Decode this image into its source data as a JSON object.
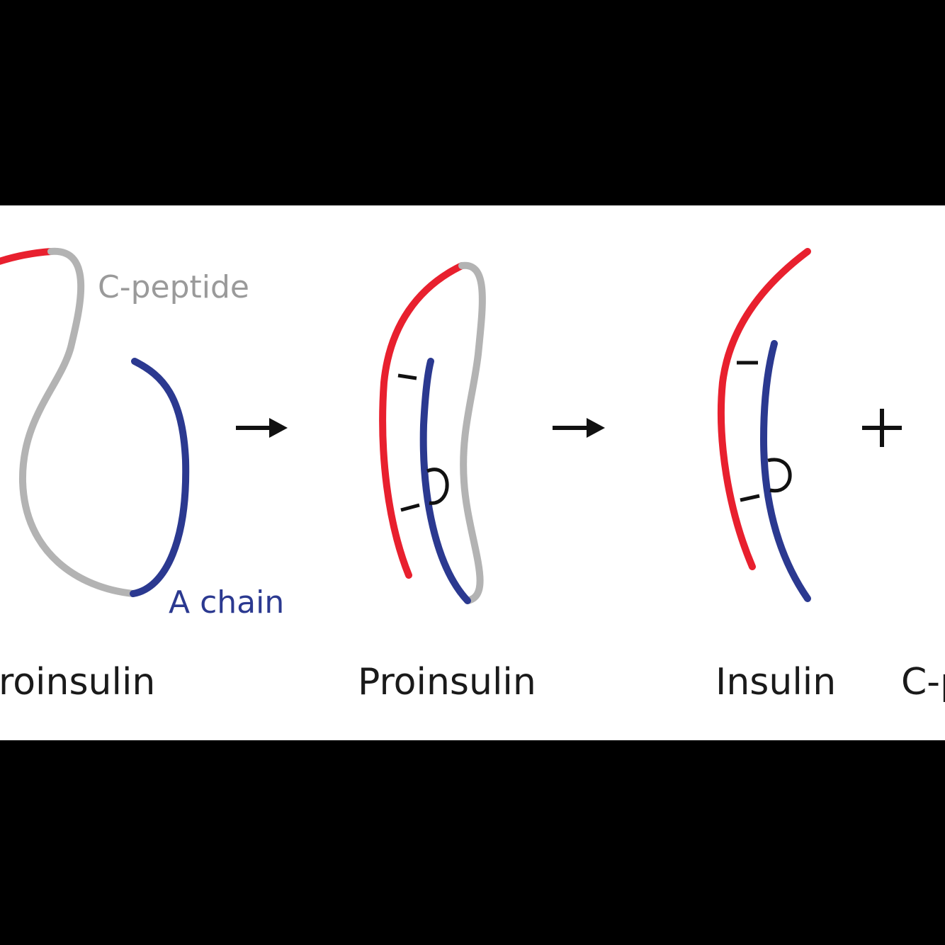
{
  "labels": {
    "c_peptide": "C-peptide",
    "a_chain": "A chain",
    "stage1_caption": "roinsulin",
    "stage2_caption": "Proinsulin",
    "stage3_caption": "Insulin",
    "stage4_caption": "C-p",
    "plus": "+"
  },
  "colors": {
    "b_chain": "#e8202e",
    "a_chain": "#2b3990",
    "c_peptide": "#b3b3b3",
    "disulfide": "#111111",
    "text": "#1a1a1a",
    "frame": "#000000",
    "panel": "#ffffff"
  }
}
